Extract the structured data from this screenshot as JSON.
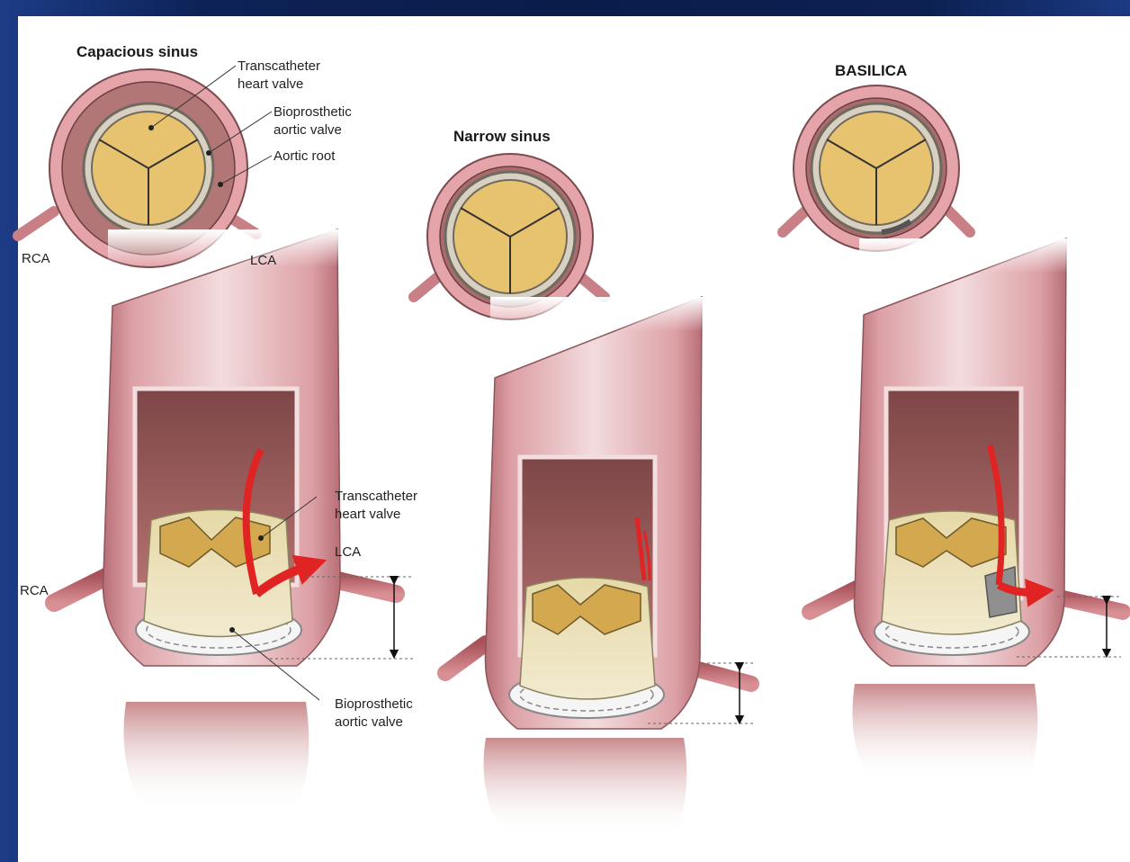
{
  "titles": {
    "capacious": "Capacious sinus",
    "narrow": "Narrow sinus",
    "basilica": "BASILICA"
  },
  "top_labels": {
    "thv_line1": "Transcatheter",
    "thv_line2": "heart valve",
    "bav_line1": "Bioprosthetic",
    "bav_line2": "aortic valve",
    "aortic_root": "Aortic root",
    "rca": "RCA",
    "lca": "LCA"
  },
  "side_labels": {
    "thv_line1": "Transcatheter",
    "thv_line2": "heart valve",
    "lca": "LCA",
    "rca": "RCA",
    "bav_line1": "Bioprosthetic",
    "bav_line2": "aortic valve"
  },
  "colors": {
    "valve_leaflet": "#e8c36f",
    "aortic_wall": "#cf8d92",
    "vessel_inner": "#9c5b5b",
    "blood_flow": "#e02424",
    "background": "#0d2257"
  }
}
